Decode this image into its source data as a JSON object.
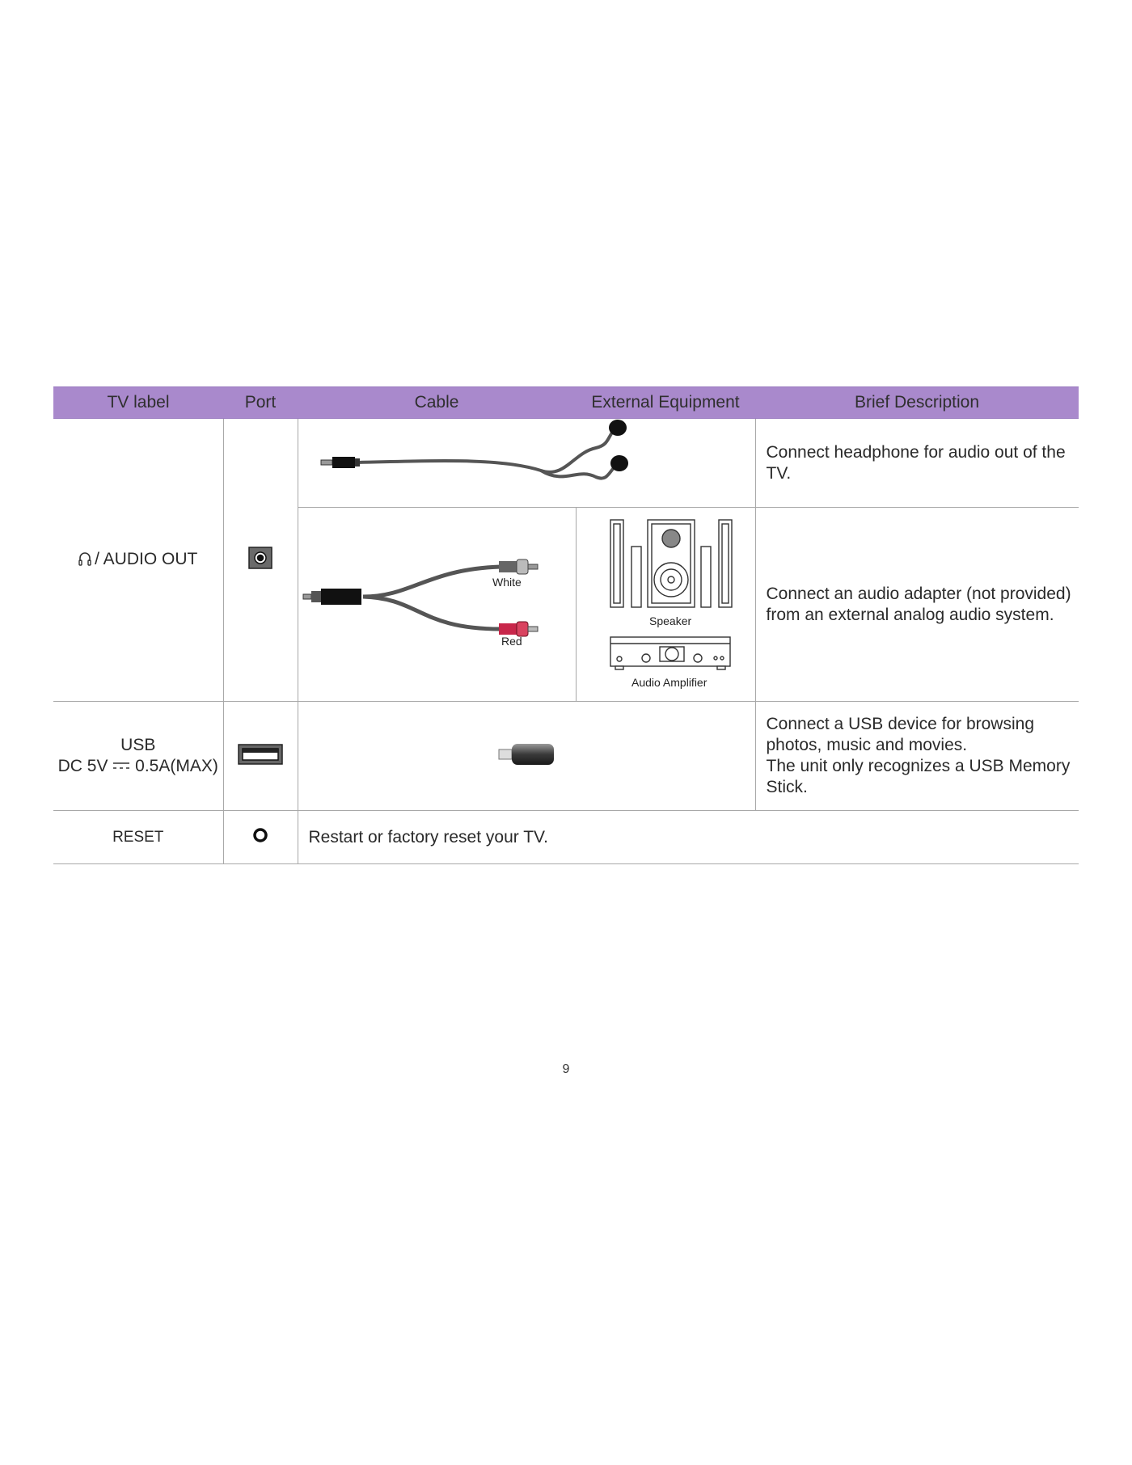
{
  "table": {
    "headers": {
      "tv_label": "TV label",
      "port": "Port",
      "cable": "Cable",
      "external": "External Equipment",
      "description": "Brief Description"
    },
    "rows": [
      {
        "tv_label": "/ AUDIO OUT",
        "icon": "headphone-icon",
        "port_icon": "audio-jack-port-icon",
        "sub": [
          {
            "cable_icon": "headphone-cable-icon",
            "description": "Connect headphone for audio out of the TV."
          },
          {
            "cable_icon": "rca-adapter-cable-icon",
            "cable_labels": {
              "white": "White",
              "red": "Red"
            },
            "equipment": {
              "speaker": "Speaker",
              "amplifier": "Audio Amplifier"
            },
            "description": "Connect an audio adapter (not provided) from an external analog audio system."
          }
        ]
      },
      {
        "tv_label_line1": "USB",
        "tv_label_line2_prefix": "DC 5V",
        "tv_label_line2_suffix": "0.5A(MAX)",
        "port_icon": "usb-port-icon",
        "cable_icon": "usb-stick-icon",
        "description_line1": "Connect a USB device for browsing photos, music and movies.",
        "description_line2": "The unit only recognizes a USB Memory Stick."
      },
      {
        "tv_label": "RESET",
        "port_icon": "reset-button-icon",
        "description": "Restart or factory reset your TV."
      }
    ]
  },
  "page_number": "9",
  "colors": {
    "header_bg": "#a989cc",
    "rule": "#a8a8a8",
    "rca_red": "#c8264a"
  }
}
